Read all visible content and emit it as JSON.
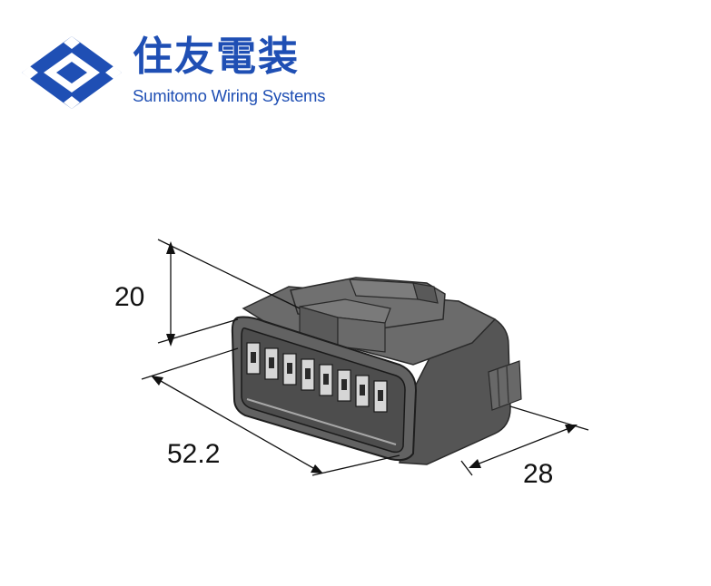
{
  "brand": {
    "name_jp": "住友電装",
    "name_en": "Sumitomo Wiring Systems",
    "color": "#1f4fb4"
  },
  "dimensions": {
    "height": "20",
    "length": "52.2",
    "depth": "28"
  },
  "connector": {
    "body_color": "#5f5f5f",
    "cavity_count": 8
  }
}
